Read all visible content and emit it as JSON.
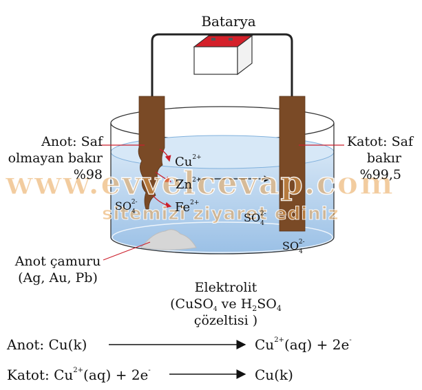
{
  "battery": {
    "label": "Batarya"
  },
  "anode": {
    "line1": "Anot: Saf",
    "line2": "olmayan bakır",
    "line3": "%98"
  },
  "cathode": {
    "line1": "Katot: Saf",
    "line2": "bakır",
    "line3": "%99,5"
  },
  "ions": {
    "cu": "Cu",
    "cu_charge": "2+",
    "zn": "Zn",
    "zn_charge": "2+",
    "fe": "Fe",
    "fe_charge": "2+",
    "so4": "SO",
    "so4_sub": "4",
    "so4_charge": "2-"
  },
  "anode_mud": {
    "line1": "Anot çamuru",
    "line2": "(Ag, Au, Pb)"
  },
  "electrolyte": {
    "line1": "Elektrolit",
    "paren_open": "(CuSO",
    "sub1": "4",
    "mid": " ve H",
    "sub2": "2",
    "so": "SO",
    "sub3": "4",
    "line3": "çözeltisi )"
  },
  "equations": {
    "anode": {
      "lhs": "Anot: Cu(k)",
      "rhs_cu": "Cu",
      "rhs_charge": "2+",
      "rhs_rest": "(aq) + 2e",
      "rhs_e": "-"
    },
    "cathode": {
      "lhs_a": "Katot: Cu",
      "lhs_charge": "2+",
      "lhs_b": "(aq) + 2e",
      "lhs_e": "-",
      "rhs": "Cu(k)"
    }
  },
  "watermark": {
    "line1": "www.evvelcevap.com",
    "line2": "sitemizi ziyaret ediniz"
  },
  "colors": {
    "electrode": "#7a4a26",
    "electrolyte": "#9fc4e8",
    "battery_top": "#d4202a",
    "wire": "#222222",
    "arrow": "#cc1f2c"
  }
}
